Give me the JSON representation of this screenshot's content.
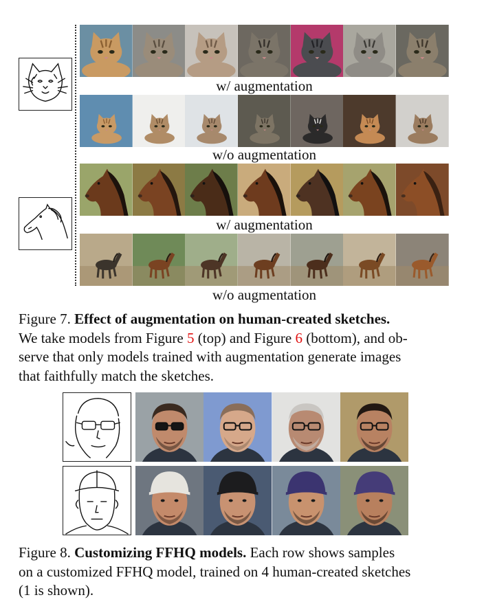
{
  "figure7": {
    "sketches": [
      {
        "name": "cat sketch",
        "icon": "cat-sketch-icon"
      },
      {
        "name": "horse sketch",
        "icon": "horse-sketch-icon"
      }
    ],
    "rows": [
      {
        "caption": "w/ augmentation",
        "subject": "cat",
        "samples": [
          {
            "bg": "#6b8fa3",
            "fur": "#c99a62",
            "stripe": "#8a5f31"
          },
          {
            "bg": "#8c8c88",
            "fur": "#9a8c7a",
            "stripe": "#5a4e40"
          },
          {
            "bg": "#c7c2bb",
            "fur": "#b59c84",
            "stripe": "#6f5a47"
          },
          {
            "bg": "#6d6860",
            "fur": "#7b7468",
            "stripe": "#34302a"
          },
          {
            "bg": "#b43a6b",
            "fur": "#4b4c50",
            "stripe": "#222226"
          },
          {
            "bg": "#a9a79e",
            "fur": "#8f8c86",
            "stripe": "#3c3a36"
          },
          {
            "bg": "#6a6860",
            "fur": "#8b7f6c",
            "stripe": "#3e362b"
          }
        ]
      },
      {
        "caption": "w/o augmentation",
        "subject": "cat-small",
        "samples": [
          {
            "bg": "#5f8db0",
            "fur": "#c89a66",
            "stripe": "#8e6134"
          },
          {
            "bg": "#efefed",
            "fur": "#b08c66",
            "stripe": "#6b4f33"
          },
          {
            "bg": "#dfe3e6",
            "fur": "#a7896c",
            "stripe": "#5f4a36"
          },
          {
            "bg": "#5d5a50",
            "fur": "#7d7464",
            "stripe": "#3a342b"
          },
          {
            "bg": "#6e6660",
            "fur": "#2b2a2a",
            "stripe": "#e8e6e2"
          },
          {
            "bg": "#4d3a2c",
            "fur": "#c58a54",
            "stripe": "#7a4c26"
          },
          {
            "bg": "#d2d0cc",
            "fur": "#9b7c5f",
            "stripe": "#4e3b2a"
          }
        ]
      },
      {
        "caption": "w/ augmentation",
        "subject": "horse",
        "samples": [
          {
            "bg": "#9aa56a",
            "fur": "#6b3a1c",
            "stripe": "#1c120c"
          },
          {
            "bg": "#8c7a44",
            "fur": "#7a4322",
            "stripe": "#24160e"
          },
          {
            "bg": "#6d7d4a",
            "fur": "#4a2c18",
            "stripe": "#16100c"
          },
          {
            "bg": "#c9ab7c",
            "fur": "#6e3b1e",
            "stripe": "#1a110b"
          },
          {
            "bg": "#b59b5e",
            "fur": "#4e3222",
            "stripe": "#121010"
          },
          {
            "bg": "#a6a36e",
            "fur": "#7a431f",
            "stripe": "#1b120c"
          },
          {
            "bg": "#7d4a2a",
            "fur": "#8c4e26",
            "stripe": "#3a2112"
          }
        ]
      },
      {
        "caption": "w/o augmentation",
        "subject": "horse-far",
        "samples": [
          {
            "bg": "#b9a98a",
            "fur": "#3b342c",
            "stripe": "#26221c"
          },
          {
            "bg": "#6f8a58",
            "fur": "#7a4322",
            "stripe": "#2a1a10"
          },
          {
            "bg": "#9fae8a",
            "fur": "#4d3526",
            "stripe": "#2a1e16"
          },
          {
            "bg": "#b9b4a6",
            "fur": "#6d3e20",
            "stripe": "#24160e"
          },
          {
            "bg": "#9ea091",
            "fur": "#4c2e1c",
            "stripe": "#1e140e"
          },
          {
            "bg": "#c2b49a",
            "fur": "#7a4a24",
            "stripe": "#2a1a10"
          },
          {
            "bg": "#8c8478",
            "fur": "#9a5a2c",
            "stripe": "#3a2414"
          }
        ]
      }
    ],
    "caption": {
      "prefix": "Figure 7.",
      "title": "Effect of augmentation on human-created sketches.",
      "text1": "We take models from Figure ",
      "ref1": "5",
      "text2": " (top) and Figure ",
      "ref2": "6",
      "text3": " (bottom), and ob-",
      "line3": "serve that only models trained with augmentation generate images",
      "line4": "that faithfully match the sketches."
    }
  },
  "figure8": {
    "rows": [
      {
        "sketch_icon": "face-glasses-sketch-icon",
        "samples": [
          {
            "bg": "#9aa2a6",
            "skin": "#c08a6c",
            "hair": "#3a2a20",
            "accessory": "sunglasses"
          },
          {
            "bg": "#7f9ad0",
            "skin": "#d6a88a",
            "hair": "#8a6e5a",
            "accessory": "glasses"
          },
          {
            "bg": "#e2e2e0",
            "skin": "#b88a72",
            "hair": "#c9c6c2",
            "accessory": "glasses"
          },
          {
            "bg": "#b09a6a",
            "skin": "#b88262",
            "hair": "#221812",
            "accessory": "glasses"
          }
        ]
      },
      {
        "sketch_icon": "face-cap-sketch-icon",
        "samples": [
          {
            "bg": "#6e7680",
            "skin": "#c48a6a",
            "hair": "#4a3224",
            "cap": "#e6e4de"
          },
          {
            "bg": "#4a5a72",
            "skin": "#c89272",
            "hair": "#3a2a20",
            "cap": "#1c1c1e"
          },
          {
            "bg": "#7a8a9a",
            "skin": "#c8926e",
            "hair": "#3a2a20",
            "cap": "#3b3470"
          },
          {
            "bg": "#8a9078",
            "skin": "#b8805e",
            "hair": "#2a1c14",
            "cap": "#453c78"
          }
        ]
      }
    ],
    "caption": {
      "prefix": "Figure 8.",
      "title": "Customizing FFHQ models.",
      "text1": " Each row shows samples",
      "line2": "on a customized FFHQ model, trained on 4 human-created sketches",
      "line3": "(1 is shown)."
    }
  }
}
